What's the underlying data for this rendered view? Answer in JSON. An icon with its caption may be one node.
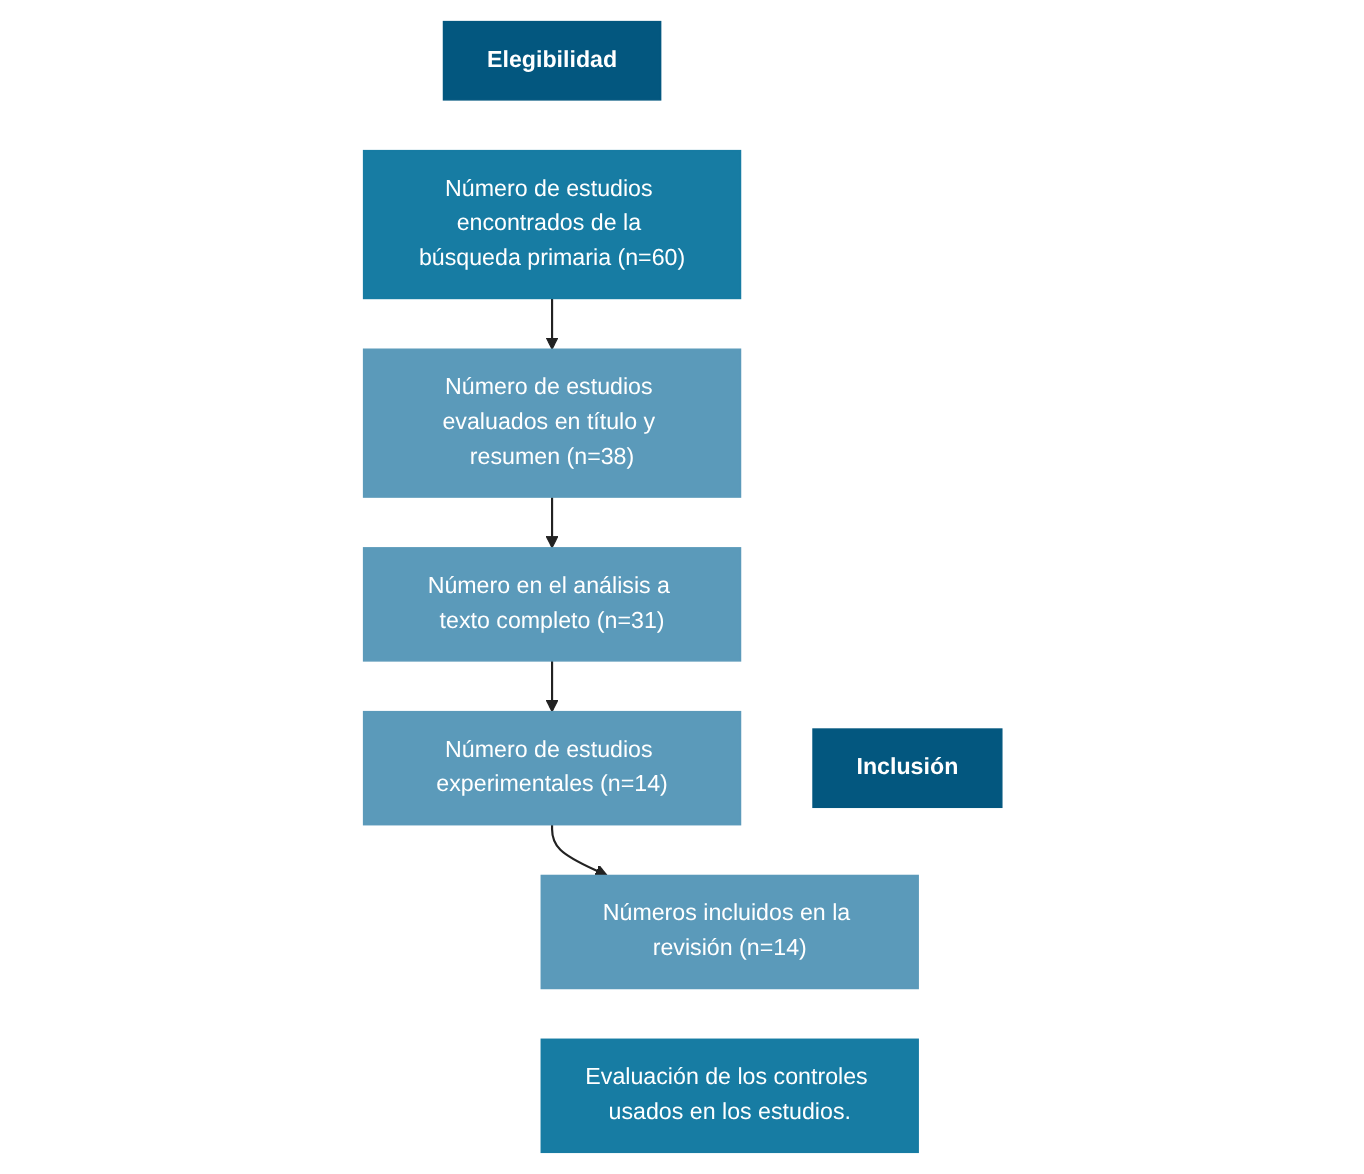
{
  "diagram": {
    "nodes": [
      {
        "text": [
          "Elegibilidad"
        ]
      },
      {
        "text": [
          "Número de estudios encontrados de la búsqueda primaria (n=60)"
        ]
      },
      {
        "text": [
          "Número de estudios evaluados en título y resumen (n=38)"
        ]
      },
      {
        "text": [
          "Número en el análisis a texto completo (n=31)"
        ]
      },
      {
        "text": [
          "Número de estudios experimentales (n=14)"
        ]
      },
      {
        "text": [
          "Inclusión"
        ]
      },
      {
        "text": [
          "Números incluidos en la revisión (n=14)"
        ]
      },
      {
        "text": [
          "Evaluación de los controles usados en los estudios."
        ]
      }
    ],
    "edges": [
      {
        "from": 1,
        "to": 2,
        "arrow": "to"
      },
      {
        "from": 2,
        "to": 3,
        "arrow": "to"
      },
      {
        "from": 3,
        "to": 4,
        "arrow": "to"
      },
      {
        "from": 4,
        "to": 6,
        "arrow": "to"
      }
    ]
  }
}
